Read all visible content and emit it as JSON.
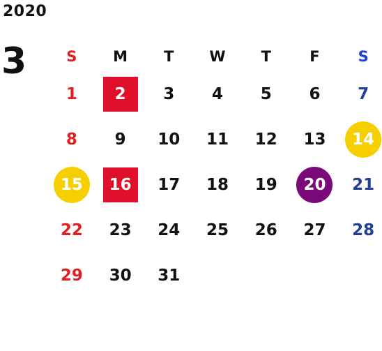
{
  "year": "2020",
  "month": "3",
  "weekday_headers": [
    "S",
    "M",
    "T",
    "W",
    "T",
    "F",
    "S"
  ],
  "colors": {
    "sunday": "#e02020",
    "saturday": "#1f3f99",
    "saturday_header": "#1e3fd9",
    "weekday": "#111111",
    "holiday_square": "#e0102a",
    "yellow_circle": "#f6cf00",
    "purple_circle": "#7a0a7a"
  },
  "weeks": [
    [
      {
        "day": "1",
        "mark": null
      },
      {
        "day": "2",
        "mark": "holiday_square"
      },
      {
        "day": "3",
        "mark": null
      },
      {
        "day": "4",
        "mark": null
      },
      {
        "day": "5",
        "mark": null
      },
      {
        "day": "6",
        "mark": null
      },
      {
        "day": "7",
        "mark": null
      }
    ],
    [
      {
        "day": "8",
        "mark": null
      },
      {
        "day": "9",
        "mark": null
      },
      {
        "day": "10",
        "mark": null
      },
      {
        "day": "11",
        "mark": null
      },
      {
        "day": "12",
        "mark": null
      },
      {
        "day": "13",
        "mark": null
      },
      {
        "day": "14",
        "mark": "yellow_circle"
      }
    ],
    [
      {
        "day": "15",
        "mark": "yellow_circle"
      },
      {
        "day": "16",
        "mark": "holiday_square"
      },
      {
        "day": "17",
        "mark": null
      },
      {
        "day": "18",
        "mark": null
      },
      {
        "day": "19",
        "mark": null
      },
      {
        "day": "20",
        "mark": "purple_circle"
      },
      {
        "day": "21",
        "mark": null
      }
    ],
    [
      {
        "day": "22",
        "mark": null
      },
      {
        "day": "23",
        "mark": null
      },
      {
        "day": "24",
        "mark": null
      },
      {
        "day": "25",
        "mark": null
      },
      {
        "day": "26",
        "mark": null
      },
      {
        "day": "27",
        "mark": null
      },
      {
        "day": "28",
        "mark": null
      }
    ],
    [
      {
        "day": "29",
        "mark": null
      },
      {
        "day": "30",
        "mark": null
      },
      {
        "day": "31",
        "mark": null
      },
      {
        "day": "",
        "mark": null
      },
      {
        "day": "",
        "mark": null
      },
      {
        "day": "",
        "mark": null
      },
      {
        "day": "",
        "mark": null
      }
    ]
  ]
}
